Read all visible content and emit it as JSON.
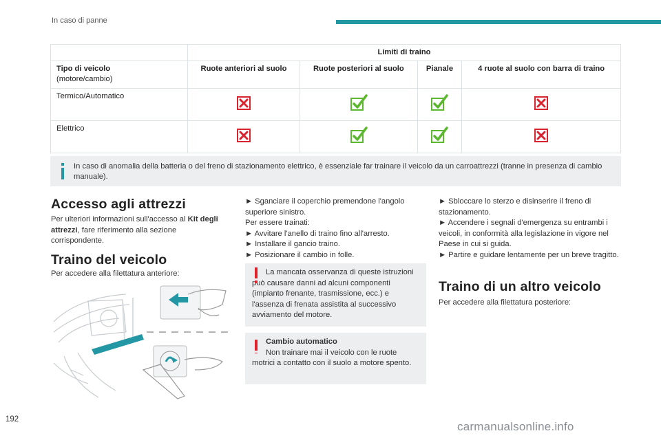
{
  "header": {
    "section_title": "In caso di panne"
  },
  "table": {
    "group_header": "Limiti di traino",
    "vehicle_type_label": "Tipo di veicolo",
    "vehicle_type_sub": "(motore/cambio)",
    "columns": [
      "Ruote anteriori al suolo",
      "Ruote posteriori al suolo",
      "Pianale",
      "4 ruote al suolo con barra di traino"
    ],
    "rows": [
      {
        "label": "Termico/Automatico",
        "values": [
          "no",
          "yes",
          "yes",
          "no"
        ]
      },
      {
        "label": "Elettrico",
        "values": [
          "no",
          "yes",
          "yes",
          "no"
        ]
      }
    ],
    "colors": {
      "yes": "#5cb82e",
      "no": "#d9232e"
    }
  },
  "info_note": "In caso di anomalia della batteria o del freno di stazionamento elettrico, è essenziale far trainare il veicolo da un carroattrezzi (tranne in presenza di cambio manuale).",
  "access": {
    "title": "Accesso agli attrezzi",
    "text_before": "Per ulteriori informazioni sull'accesso al ",
    "text_bold": "Kit degli attrezzi",
    "text_after": ", fare riferimento alla sezione corrispondente."
  },
  "towing": {
    "title": "Traino del veicolo",
    "intro": "Per accedere alla filettatura anteriore:"
  },
  "steps_col2": {
    "step1": "► Sganciare il coperchio premendone l'angolo superiore sinistro.",
    "towed_label": "Per essere trainati:",
    "step2": "► Avvitare l'anello di traino fino all'arresto.",
    "step3": "► Installare il gancio traino.",
    "step4": "► Posizionare il cambio in folle."
  },
  "warning1": "La mancata osservanza di queste istruzioni può causare danni ad alcuni componenti (impianto frenante, trasmissione, ecc.) e l'assenza di frenata assistita al successivo avviamento del motore.",
  "warning2": {
    "title": "Cambio automatico",
    "text": "Non trainare mai il veicolo con le ruote motrici a contatto con il suolo a motore spento."
  },
  "steps_col3": {
    "step1": "► Sbloccare lo sterzo e disinserire il freno di stazionamento.",
    "step2": "► Accendere i segnali d'emergenza su entrambi i veicoli, in conformità alla legislazione in vigore nel Paese in cui si guida.",
    "step3": "► Partire e guidare lentamente per un breve tragitto."
  },
  "other": {
    "title": "Traino di un altro veicolo",
    "intro": "Per accedere alla filettatura posteriore:"
  },
  "page_number": "192",
  "watermark": "carmanualsonline.info",
  "accent_color": "#2497a5"
}
